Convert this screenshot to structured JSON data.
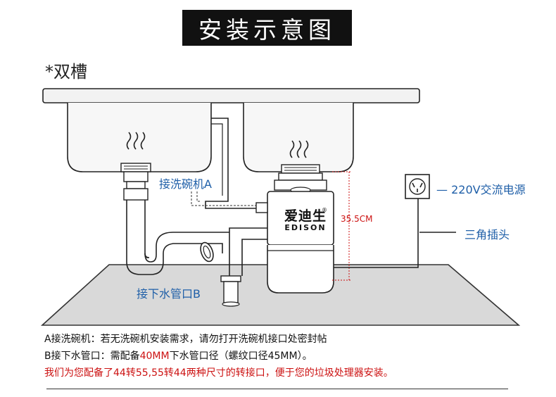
{
  "title": "安装示意图",
  "subtitle": "*双槽",
  "labels": {
    "dishwasher_a": "接洗碗机A",
    "drain_b": "接下水管口B",
    "dimension": "35.5CM",
    "power": "— 220V交流电源",
    "plug": "三角插头"
  },
  "brand": {
    "cn": "爱迪生",
    "en": "EDISON",
    "reg": "®"
  },
  "notes": {
    "line1": "A接洗碗机：若无洗碗机安装需求，请勿打开洗碗机接口处密封帖",
    "line2_prefix": "B接下水管口：需配备",
    "line2_highlight": "40MM",
    "line2_suffix": "下水管口径（螺纹口径45MM）。",
    "line3": "我们为您配备了44转55,55转44两种尺寸的转接口，便于您的垃圾处理器安装。"
  },
  "colors": {
    "label_blue": "#1f5fa8",
    "dimension_red": "#cc1111",
    "line": "#222222",
    "floor": "#d9d9d9",
    "sink": "#f2f2f2"
  }
}
